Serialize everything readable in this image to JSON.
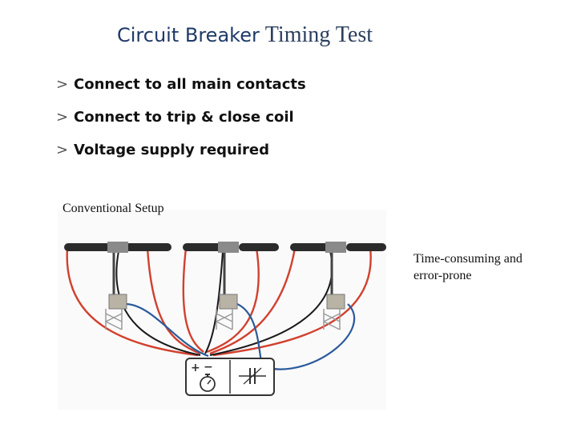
{
  "slide": {
    "title_part1": "Circuit Breaker",
    "title_part2": "Timing Test",
    "bullets": [
      "Connect to all main contacts",
      "Connect to trip & close coil",
      "Voltage supply required"
    ],
    "setup_label": "Conventional Setup",
    "note": "Time-consuming and error-prone"
  },
  "diagram": {
    "breaker_count": 3,
    "instrument_symbols": [
      "+",
      "−"
    ],
    "colors": {
      "red_lead": "#d2402e",
      "black_lead": "#1a1a1a",
      "blue_lead": "#2a5a9c",
      "bushing": "#2b2b2b",
      "frame": "#9a9a9a",
      "instrument_border": "#333333"
    },
    "icons": [
      "stopwatch-icon",
      "capacitor-icon"
    ]
  }
}
